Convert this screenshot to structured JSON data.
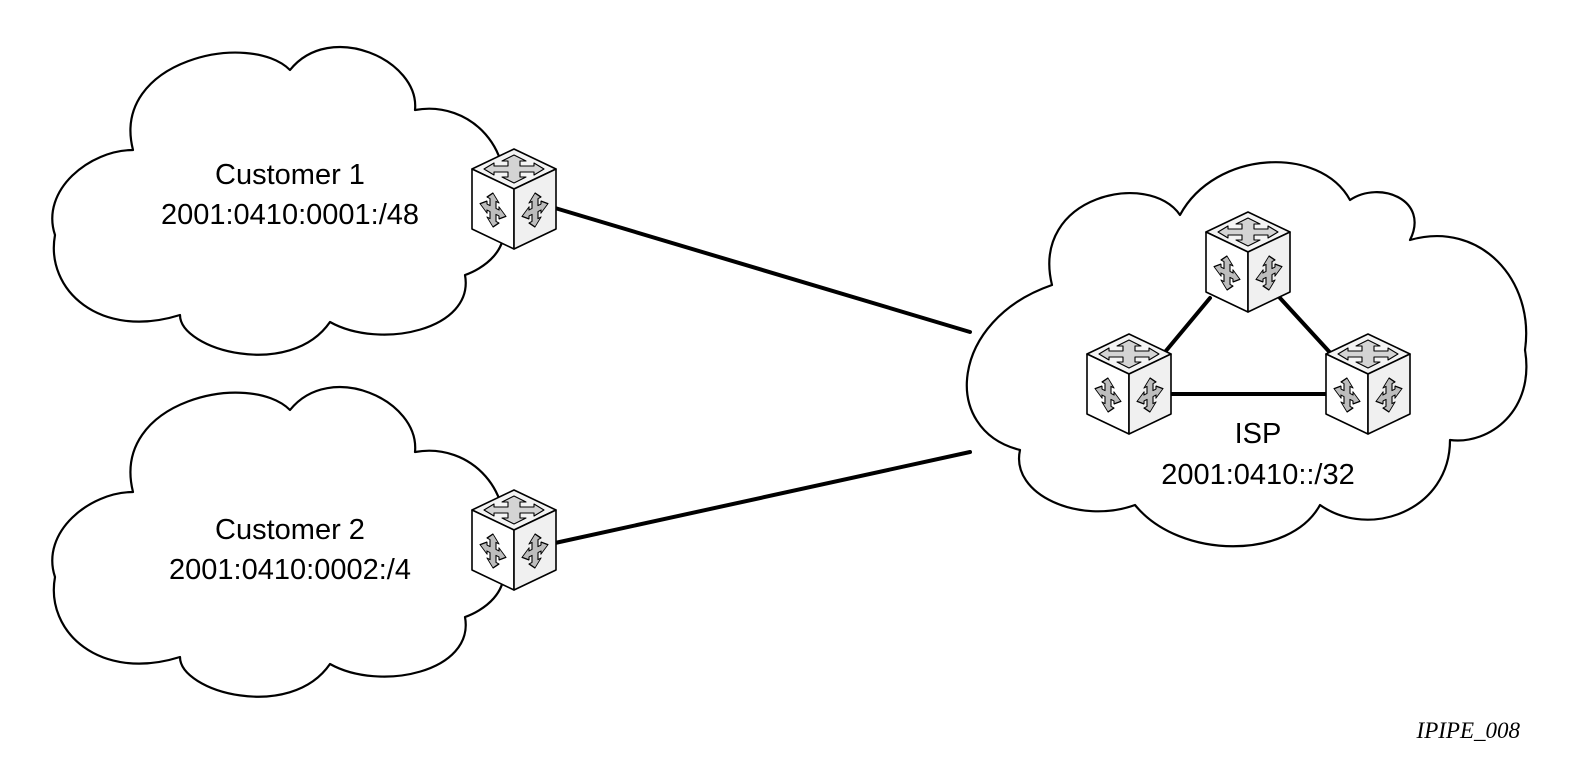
{
  "networks": [
    {
      "id": "customer-1",
      "name": "Customer 1",
      "prefix": "2001:0410:0001:/48"
    },
    {
      "id": "customer-2",
      "name": "Customer 2",
      "prefix": "2001:0410:0002:/4"
    },
    {
      "id": "isp",
      "name": "ISP",
      "prefix": "2001:0410::/32"
    }
  ],
  "figure_id": "IPIPE_008",
  "icons": {
    "router": "router-icon",
    "cloud": "cloud-icon"
  },
  "colors": {
    "line": "#000000",
    "background": "#ffffff"
  }
}
